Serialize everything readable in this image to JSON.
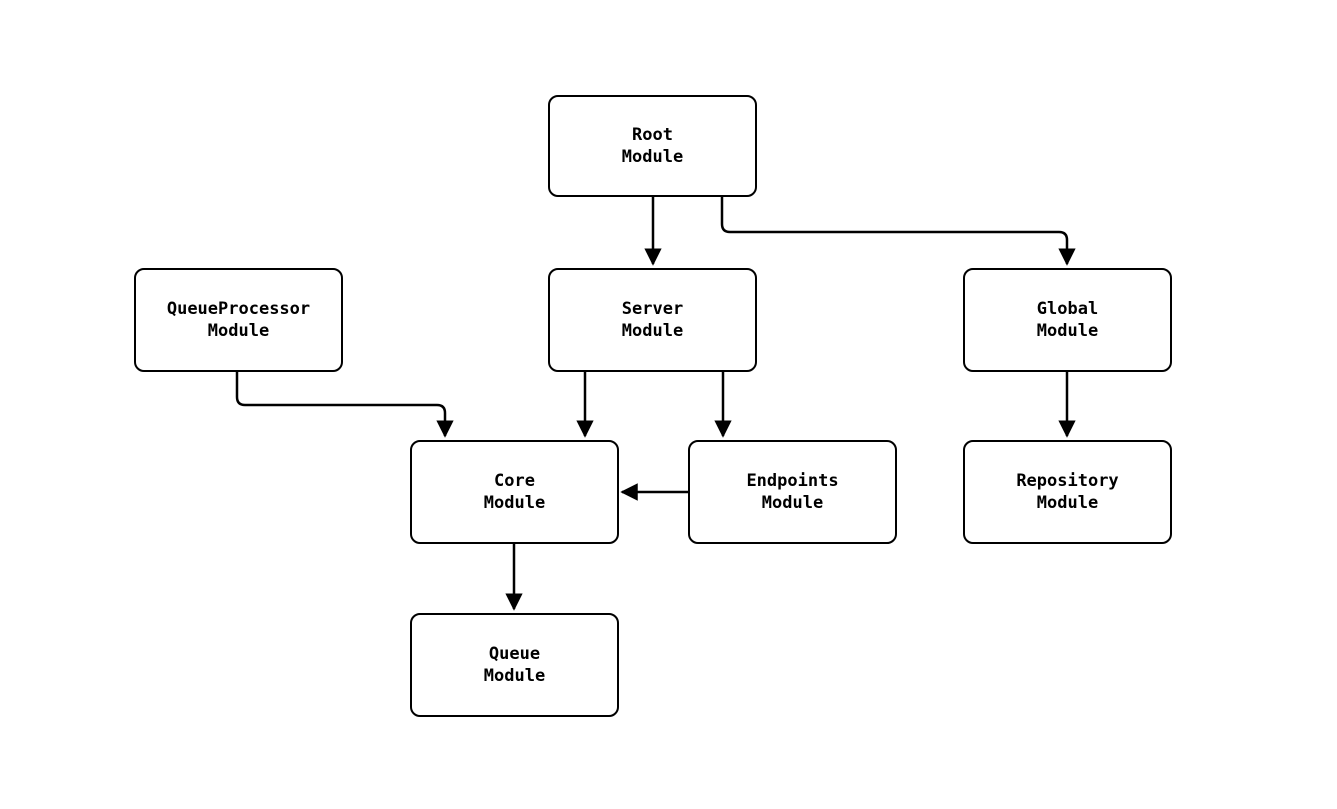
{
  "diagram": {
    "title": "module dependency diagram",
    "background_color": "#ffffff",
    "node_fill_color": "#ffffff",
    "node_border_color": "#000000",
    "edge_color": "#000000",
    "nodes": [
      {
        "id": "root",
        "label": "Root\nModule"
      },
      {
        "id": "queueprocessor",
        "label": "QueueProcessor\nModule"
      },
      {
        "id": "server",
        "label": "Server\nModule"
      },
      {
        "id": "global",
        "label": "Global\nModule"
      },
      {
        "id": "core",
        "label": "Core\nModule"
      },
      {
        "id": "endpoints",
        "label": "Endpoints\nModule"
      },
      {
        "id": "repository",
        "label": "Repository\nModule"
      },
      {
        "id": "queue",
        "label": "Queue\nModule"
      }
    ],
    "edges": [
      {
        "from": "Root Module",
        "to": "Server Module"
      },
      {
        "from": "Root Module",
        "to": "Global Module"
      },
      {
        "from": "QueueProcessor Module",
        "to": "Core Module"
      },
      {
        "from": "Server Module",
        "to": "Core Module"
      },
      {
        "from": "Server Module",
        "to": "Endpoints Module"
      },
      {
        "from": "Endpoints Module",
        "to": "Core Module"
      },
      {
        "from": "Global Module",
        "to": "Repository Module"
      },
      {
        "from": "Core Module",
        "to": "Queue Module"
      }
    ]
  }
}
